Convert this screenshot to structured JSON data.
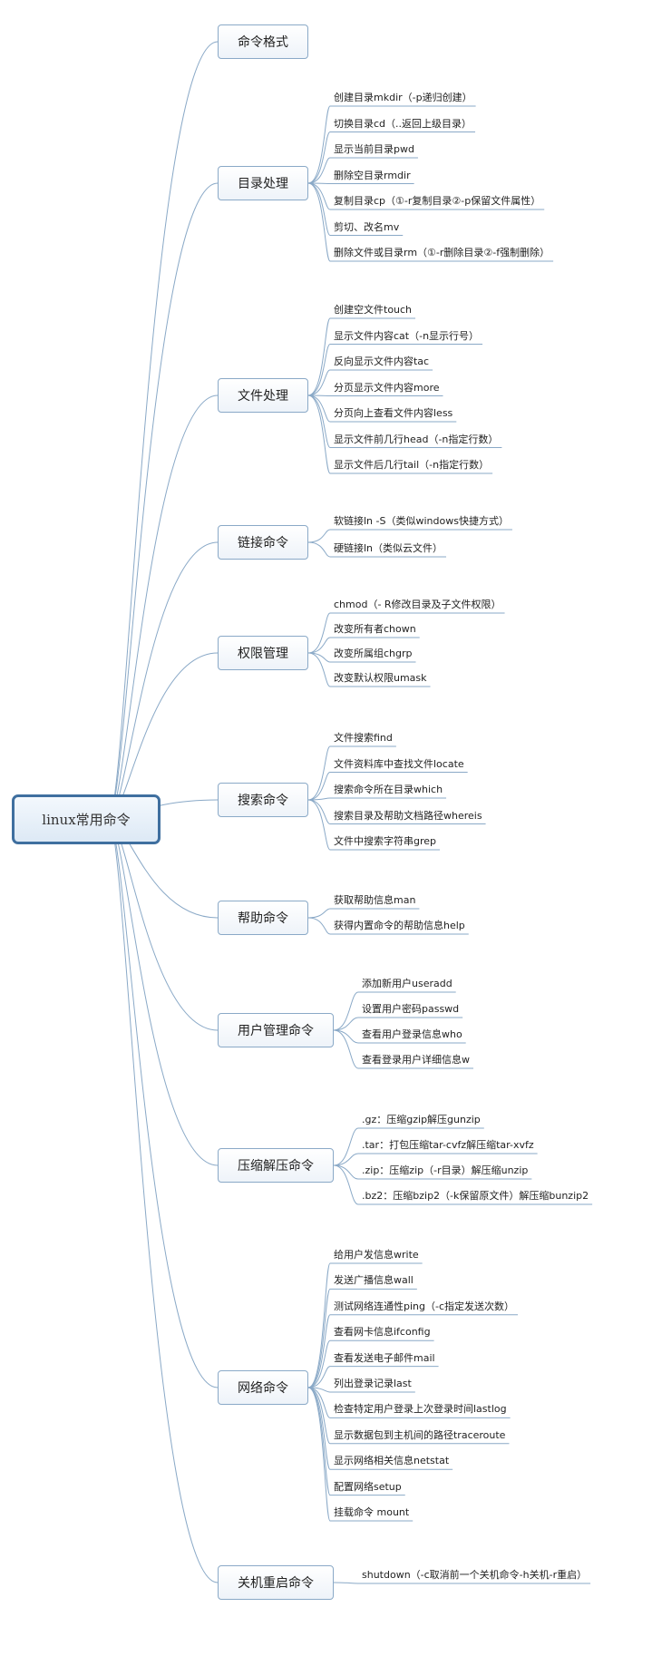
{
  "root": {
    "label": "linux常用命令"
  },
  "branches": [
    {
      "label": "命令格式",
      "items": []
    },
    {
      "label": "目录处理",
      "items": [
        "创建目录mkdir（-p递归创建）",
        "切换目录cd（..返回上级目录）",
        "显示当前目录pwd",
        "删除空目录rmdir",
        "复制目录cp（①-r复制目录②-p保留文件属性）",
        "剪切、改名mv",
        "删除文件或目录rm（①-r删除目录②-f强制删除）"
      ]
    },
    {
      "label": "文件处理",
      "items": [
        "创建空文件touch",
        "显示文件内容cat（-n显示行号）",
        "反向显示文件内容tac",
        "分页显示文件内容more",
        "分页向上查看文件内容less",
        "显示文件前几行head（-n指定行数）",
        "显示文件后几行tail（-n指定行数）"
      ]
    },
    {
      "label": "链接命令",
      "items": [
        "软链接ln -S（类似windows快捷方式）",
        "硬链接ln（类似云文件）"
      ]
    },
    {
      "label": "权限管理",
      "items": [
        "chmod（- R修改目录及子文件权限）",
        "改变所有者chown",
        "改变所属组chgrp",
        "改变默认权限umask"
      ]
    },
    {
      "label": "搜索命令",
      "items": [
        "文件搜索find",
        "文件资料库中查找文件locate",
        "搜索命令所在目录which",
        "搜索目录及帮助文档路径whereis",
        "文件中搜索字符串grep"
      ]
    },
    {
      "label": "帮助命令",
      "items": [
        "获取帮助信息man",
        "获得内置命令的帮助信息help"
      ]
    },
    {
      "label": "用户管理命令",
      "items": [
        "添加新用户useradd",
        "设置用户密码passwd",
        "查看用户登录信息who",
        "查看登录用户详细信息w"
      ]
    },
    {
      "label": "压缩解压命令",
      "items": [
        ".gz：压缩gzip解压gunzip",
        ".tar：打包压缩tar-cvfz解压缩tar-xvfz",
        ".zip：压缩zip（-r目录）解压缩unzip",
        ".bz2：压缩bzip2（-k保留原文件）解压缩bunzip2"
      ]
    },
    {
      "label": "网络命令",
      "items": [
        "给用户发信息write",
        "发送广播信息wall",
        "测试网络连通性ping（-c指定发送次数）",
        "查看网卡信息ifconfig",
        "查看发送电子邮件mail",
        "列出登录记录last",
        "检查特定用户登录上次登录时间lastlog",
        "显示数据包到主机间的路径traceroute",
        "显示网络相关信息netstat",
        "配置网络setup",
        "挂载命令 mount"
      ]
    },
    {
      "label": "关机重启命令",
      "items": [
        "shutdown（-c取消前一个关机命令-h关机-r重启）"
      ]
    }
  ],
  "colors": {
    "line": "#8aa9c7",
    "rootBorder": "#3f6f9f"
  }
}
